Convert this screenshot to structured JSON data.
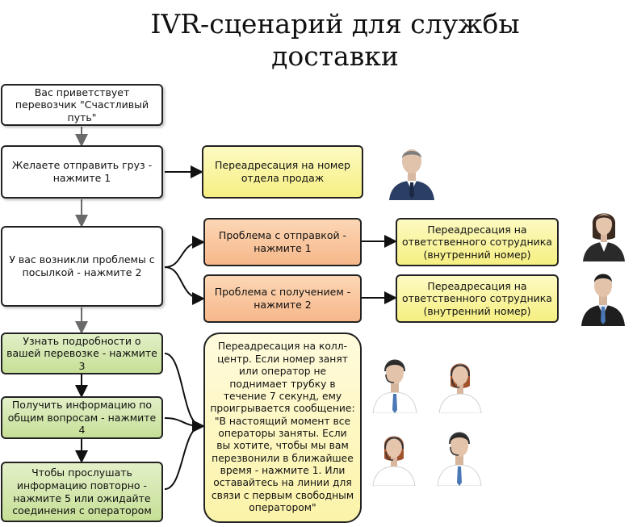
{
  "title": {
    "line1": "IVR-сценарий для службы",
    "line2": "доставки"
  },
  "nodes": {
    "greeting": "Вас приветствует перевозчик \"Счастливый путь\"",
    "send_cargo": "Желаете отправить груз - нажмите 1",
    "sales": "Переадресация на номер отдела продаж",
    "problems": "У вас возникли проблемы с посылкой - нажмите 2",
    "send_problem": "Проблема с отправкой - нажмите 1",
    "receive_problem": "Проблема с получением - нажмите 2",
    "responsible_1": "Переадресация на ответственного сотрудника (внутренний номер)",
    "responsible_2": "Переадресация на ответственного сотрудника (внутренний номер)",
    "details": "Узнать подробности о вашей перевозке - нажмите 3",
    "general_info": "Получить информацию по общим вопросам - нажмите 4",
    "repeat": "Чтобы прослушать информацию повторно - нажмите 5 или ожидайте соединения с оператором",
    "call_center": "Переадресация на колл-центр. Если номер занят или оператор не поднимает трубку в течение 7 секунд, ему проигрывается сообщение: \"В настоящий момент все операторы заняты. Если вы хотите, чтобы мы вам перезвонили в ближайшее время - нажмите 1. Или оставайтесь на линии для связи с первым свободным оператором\""
  },
  "icons": [
    "businessman-icon",
    "businesswoman-icon",
    "businessman-icon",
    "operator-icon",
    "operator-icon",
    "operator-icon",
    "operator-icon"
  ]
}
